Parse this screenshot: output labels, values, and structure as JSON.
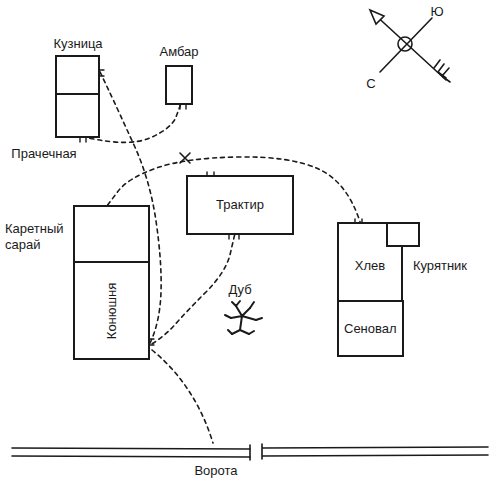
{
  "diagram": {
    "nodes": [
      {
        "text": [
          "Кузница"
        ]
      },
      {
        "text": [
          "Прачечная"
        ]
      },
      {
        "text": [
          "Амбар"
        ]
      },
      {
        "text": [
          "Каретный сарай"
        ]
      },
      {
        "text": [
          "Конюшня"
        ]
      },
      {
        "text": [
          "Трактир"
        ]
      },
      {
        "text": [
          "Хлев"
        ]
      },
      {
        "text": [
          "Курятник"
        ]
      },
      {
        "text": [
          "Сеновал"
        ]
      }
    ],
    "edges": [
      {
        "from": 0,
        "to": 4,
        "arrow": "none"
      },
      {
        "from": 2,
        "to": 1,
        "arrow": "none"
      },
      {
        "from": 3,
        "to": 6,
        "arrow": "none"
      },
      {
        "from": 5,
        "to": 4,
        "arrow": "none"
      }
    ],
    "labels": [
      "Дуб",
      "Ворота",
      "Ю",
      "С"
    ]
  }
}
